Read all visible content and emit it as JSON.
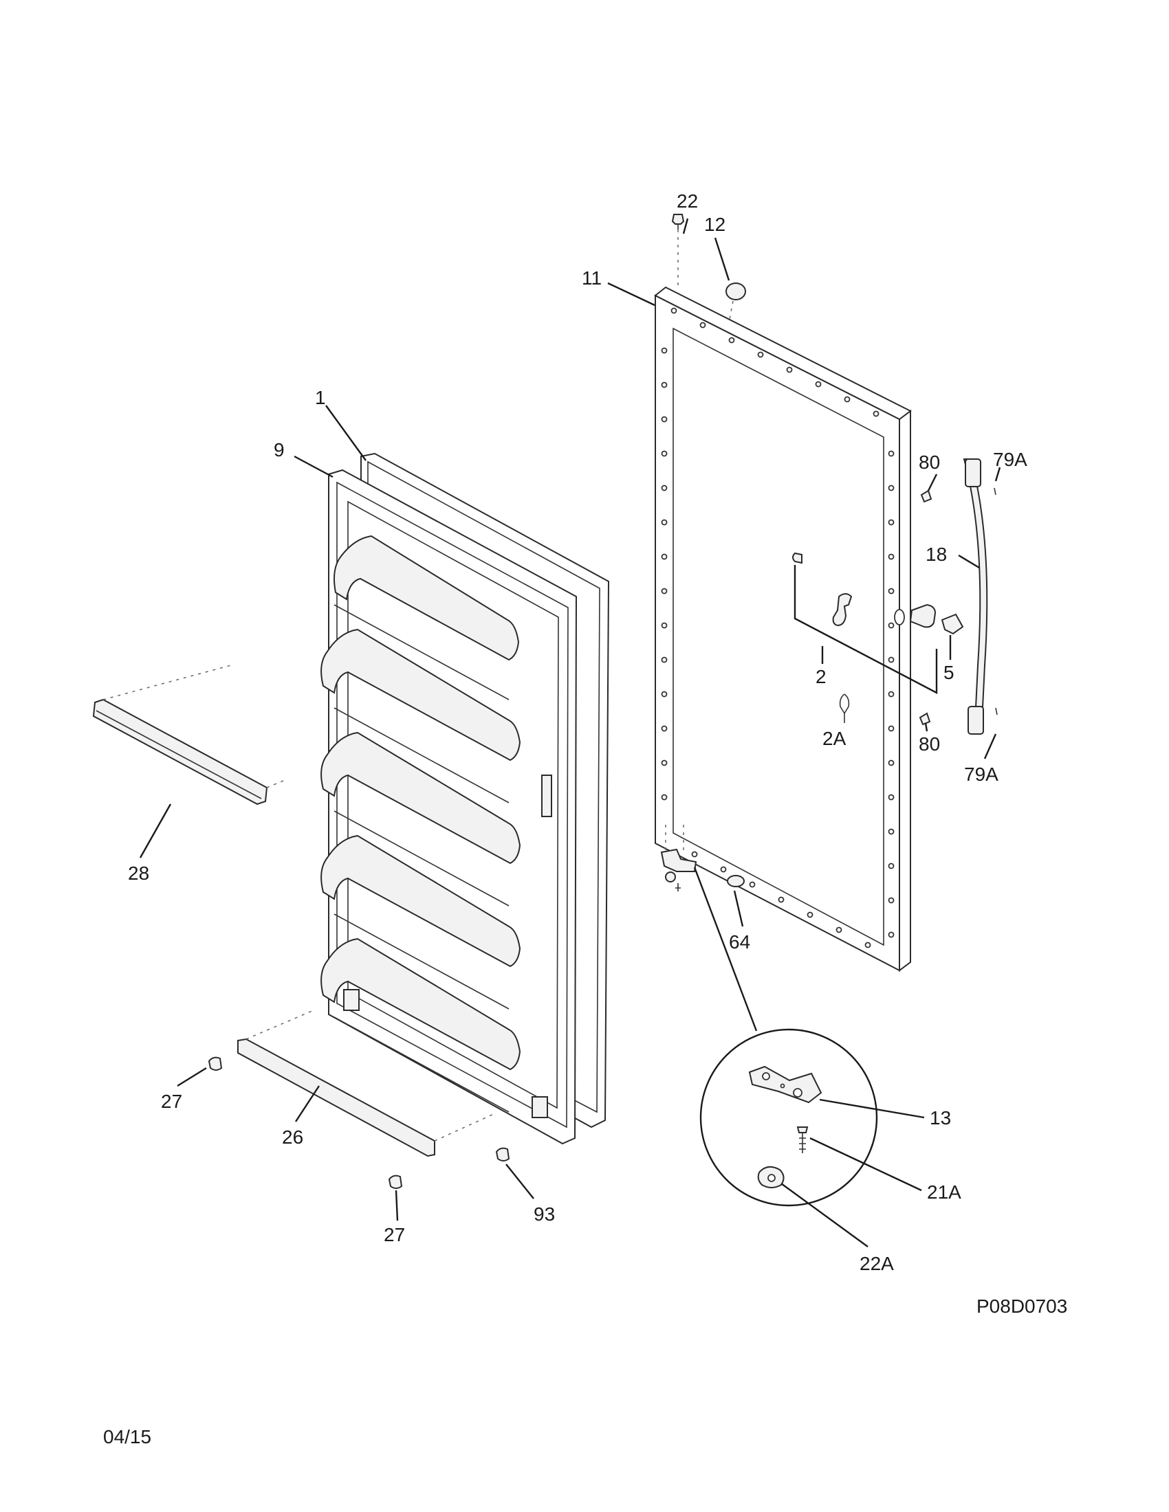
{
  "diagram_code": "P08D0703",
  "date_code": "04/15",
  "callouts": {
    "c1": "1",
    "c9": "9",
    "c11": "11",
    "c12": "12",
    "c22": "22",
    "c80_top": "80",
    "c79a_top": "79A",
    "c18": "18",
    "c2": "2",
    "c5": "5",
    "c2a": "2A",
    "c80_bottom": "80",
    "c79a_bottom": "79A",
    "c28": "28",
    "c64": "64",
    "c27_left": "27",
    "c26": "26",
    "c27_bottom": "27",
    "c93": "93",
    "c13": "13",
    "c21a": "21A",
    "c22a": "22A"
  }
}
